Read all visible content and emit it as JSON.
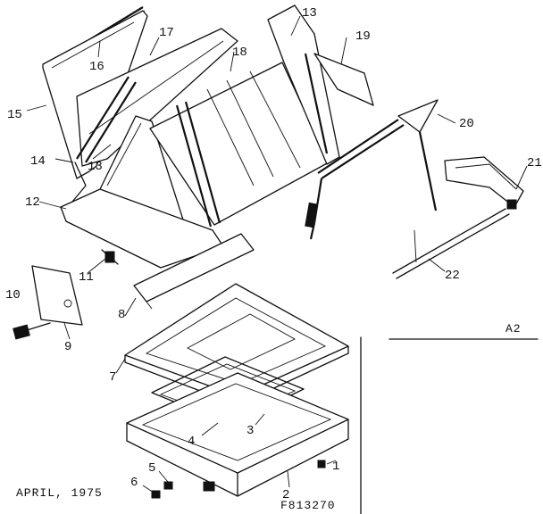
{
  "drawing": {
    "date": "APRIL, 1975",
    "drawing_number": "F813270",
    "view_label": "A2"
  },
  "callouts": [
    {
      "id": "c1",
      "text": "1"
    },
    {
      "id": "c2",
      "text": "2"
    },
    {
      "id": "c3",
      "text": "3"
    },
    {
      "id": "c4",
      "text": "4"
    },
    {
      "id": "c5",
      "text": "5"
    },
    {
      "id": "c6",
      "text": "6"
    },
    {
      "id": "c7",
      "text": "7"
    },
    {
      "id": "c8",
      "text": "8"
    },
    {
      "id": "c9",
      "text": "9"
    },
    {
      "id": "c10",
      "text": "10"
    },
    {
      "id": "c11",
      "text": "11"
    },
    {
      "id": "c12",
      "text": "12"
    },
    {
      "id": "c13a",
      "text": "13"
    },
    {
      "id": "c13b",
      "text": "13"
    },
    {
      "id": "c14",
      "text": "14"
    },
    {
      "id": "c15",
      "text": "15"
    },
    {
      "id": "c16",
      "text": "16"
    },
    {
      "id": "c17",
      "text": "17"
    },
    {
      "id": "c18",
      "text": "18"
    },
    {
      "id": "c19",
      "text": "19"
    },
    {
      "id": "c20",
      "text": "20"
    },
    {
      "id": "c21",
      "text": "21"
    },
    {
      "id": "c22",
      "text": "22"
    }
  ]
}
